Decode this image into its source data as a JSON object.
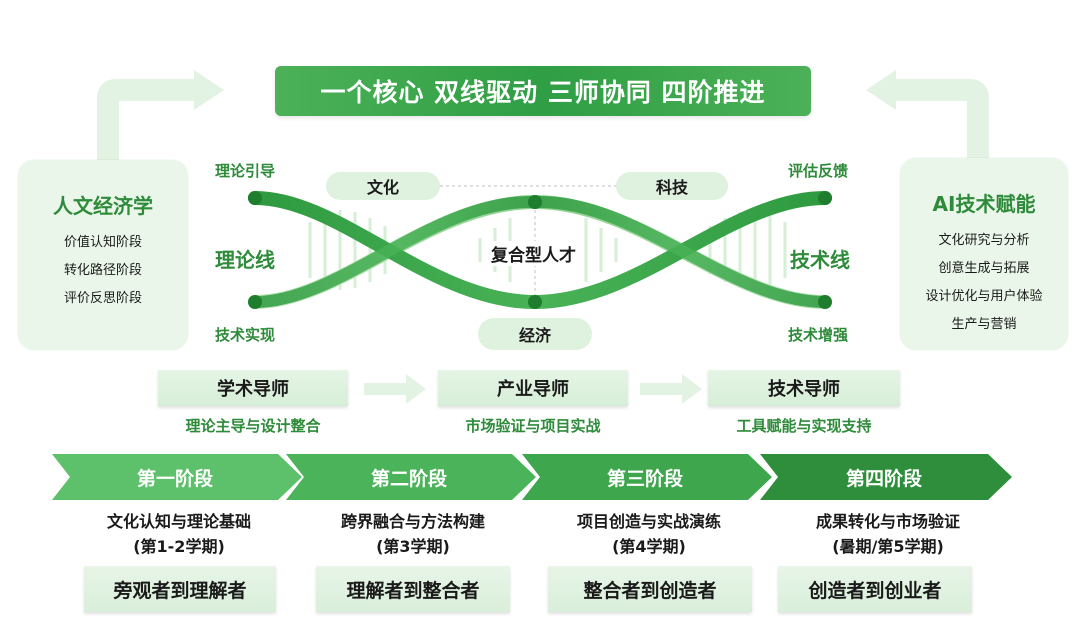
{
  "title": "一个核心 双线驱动  三师协同 四阶推进",
  "left_panel": {
    "title": "人文经济学",
    "items": [
      "价值认知阶段",
      "转化路径阶段",
      "评价反思阶段"
    ]
  },
  "right_panel": {
    "title": "AI技术赋能",
    "items": [
      "文化研究与分析",
      "创意生成与拓展",
      "设计优化与用户体验",
      "生产与营销"
    ]
  },
  "helix": {
    "top_left": "理论引导",
    "bottom_left": "技术实现",
    "left_line": "理论线",
    "top_right": "评估反馈",
    "bottom_right": "技术增强",
    "right_line": "技术线",
    "center": "复合型人才",
    "pill_culture": "文化",
    "pill_tech": "科技",
    "pill_economy": "经济",
    "color_dark": "#2e9a3f",
    "color_light": "#9ed89e"
  },
  "mentors": [
    {
      "name": "学术导师",
      "desc": "理论主导与设计整合"
    },
    {
      "name": "产业导师",
      "desc": "市场验证与项目实战"
    },
    {
      "name": "技术导师",
      "desc": "工具赋能与实现支持"
    }
  ],
  "stages": [
    {
      "label": "第一阶段",
      "desc_line1": "文化认知与理论基础",
      "desc_line2": "(第1-2学期)",
      "role": "旁观者到理解者",
      "color": "#5cc16a"
    },
    {
      "label": "第二阶段",
      "desc_line1": "跨界融合与方法构建",
      "desc_line2": "(第3学期)",
      "role": "理解者到整合者",
      "color": "#4bb35a"
    },
    {
      "label": "第三阶段",
      "desc_line1": "项目创造与实战演练",
      "desc_line2": "(第4学期)",
      "role": "整合者到创造者",
      "color": "#3ea64c"
    },
    {
      "label": "第四阶段",
      "desc_line1": "成果转化与市场验证",
      "desc_line2": "(暑期/第5学期)",
      "role": "创造者到创业者",
      "color": "#2e8e3b"
    }
  ]
}
